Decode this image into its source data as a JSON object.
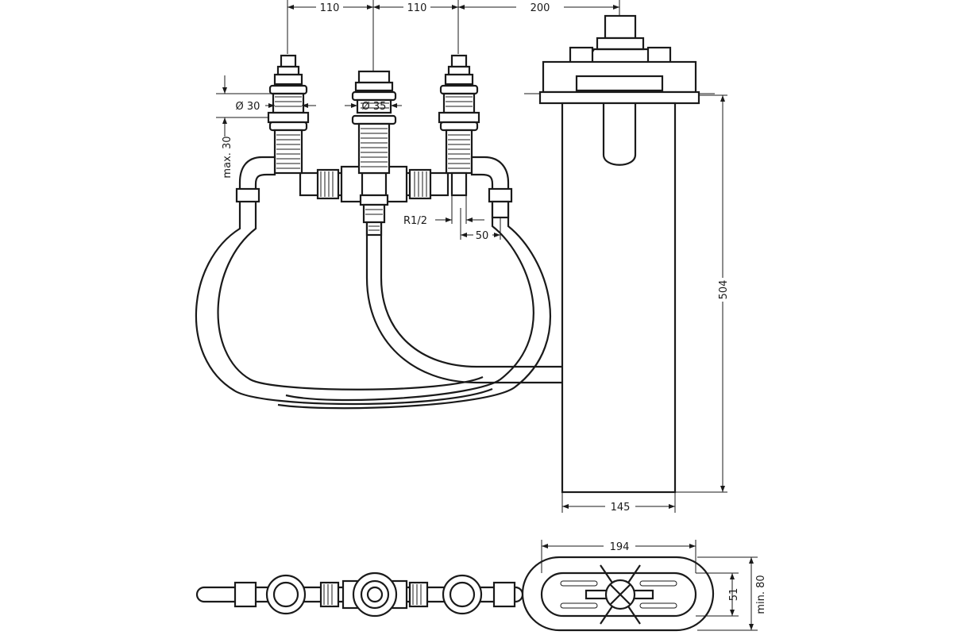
{
  "colors": {
    "line": "#1a1a1a",
    "background": "#ffffff"
  },
  "dimensions": {
    "spacing_left": "110",
    "spacing_right": "110",
    "spacing_spout": "200",
    "dia_outer_valve": "Ø 30",
    "dia_center": "Ø 35",
    "max_thickness": "max. 30",
    "thread": "R1/2",
    "offset": "50",
    "height_body": "504",
    "width_body": "145",
    "plan_width": "194",
    "plan_inner_height": "51",
    "plan_min_height": "min. 80"
  }
}
